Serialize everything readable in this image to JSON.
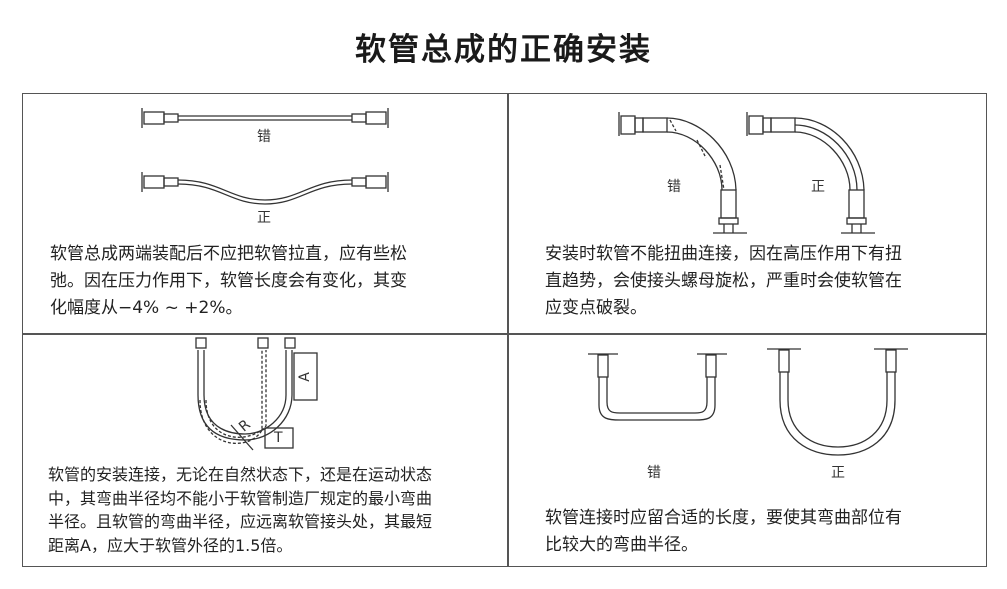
{
  "title": "软管总成的正确安装",
  "panels": [
    {
      "labels": [
        "错",
        "正"
      ],
      "lines": [
        "软管总成两端装配后不应把软管拉直，应有些松",
        "弛。因在压力作用下，软管长度会有变化，其变",
        "化幅度从−4% ~ +2%。"
      ]
    },
    {
      "labels": [
        "错",
        "正"
      ],
      "lines": [
        "安装时软管不能扭曲连接，因在高压作用下有扭",
        "直趋势，会使接头螺母旋松，严重时会使软管在",
        "应变点破裂。"
      ]
    },
    {
      "labels": [
        "R",
        "A",
        "T"
      ],
      "lines": [
        "软管的安装连接，无论在自然状态下，还是在运动状态",
        "中，其弯曲半径均不能小于软管制造厂规定的最小弯曲",
        "半径。且软管的弯曲半径，应远离软管接头处，其最短",
        "距离A，应大于软管外径的1.5倍。"
      ]
    },
    {
      "labels": [
        "错",
        "正"
      ],
      "lines": [
        "软管连接时应留合适的长度，要使其弯曲部位有",
        "比较大的弯曲半径。"
      ]
    }
  ]
}
